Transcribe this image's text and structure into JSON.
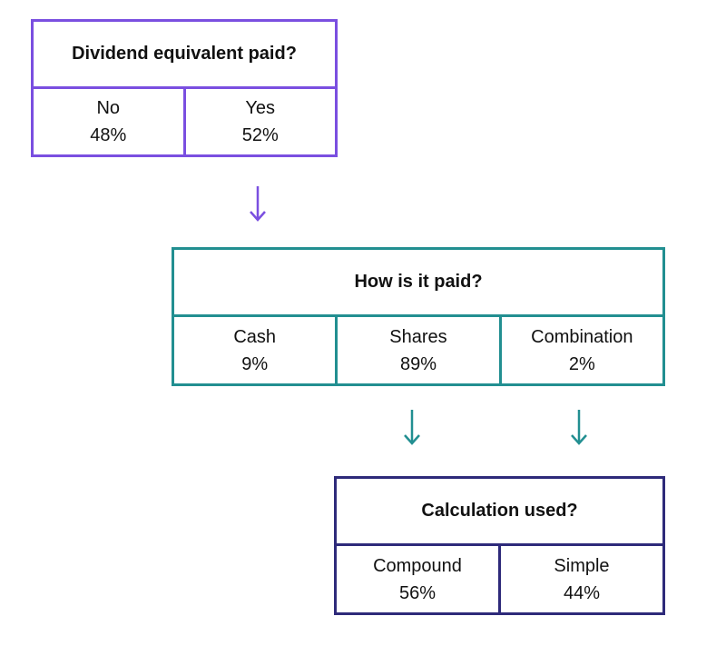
{
  "colors": {
    "box1": "#7a4fe0",
    "box2": "#228f91",
    "box3": "#2e2a7a"
  },
  "boxes": {
    "dividend": {
      "title": "Dividend equivalent paid?",
      "options": [
        {
          "label": "No",
          "pct": "48%"
        },
        {
          "label": "Yes",
          "pct": "52%"
        }
      ]
    },
    "how_paid": {
      "title": "How is it paid?",
      "options": [
        {
          "label": "Cash",
          "pct": "9%"
        },
        {
          "label": "Shares",
          "pct": "89%"
        },
        {
          "label": "Combination",
          "pct": "2%"
        }
      ]
    },
    "calculation": {
      "title": "Calculation used?",
      "options": [
        {
          "label": "Compound",
          "pct": "56%"
        },
        {
          "label": "Simple",
          "pct": "44%"
        }
      ]
    }
  }
}
